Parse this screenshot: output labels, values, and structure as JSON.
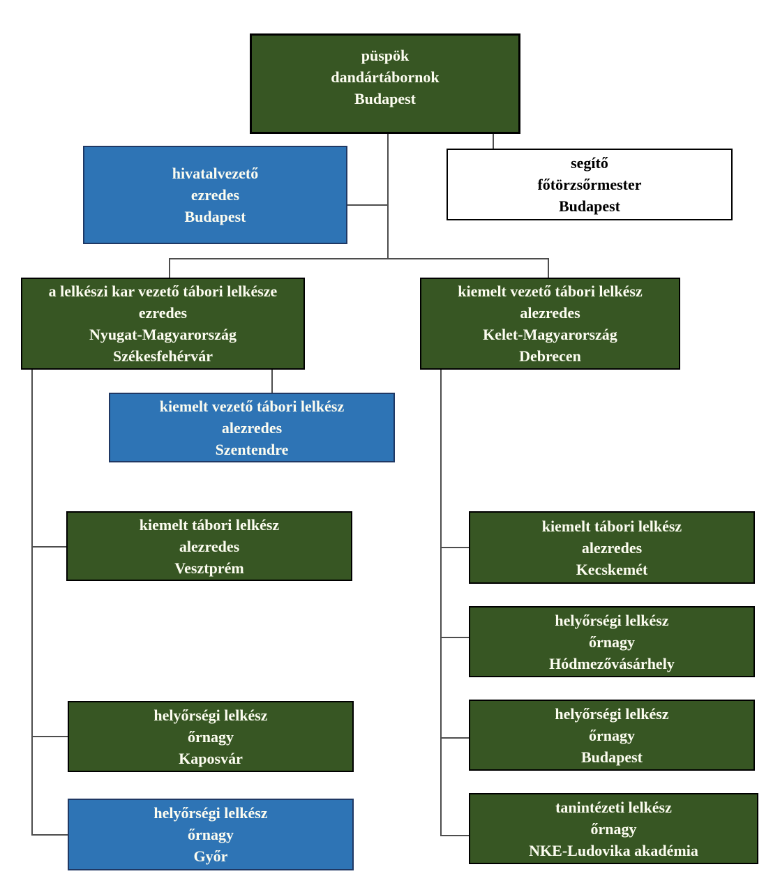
{
  "colors": {
    "green": "#375623",
    "blue": "#2e74b5",
    "white_box": "#ffffff",
    "light_text": "#fcfcf0",
    "box_border": "#000000",
    "blue_border": "#1f3864",
    "connector": "#4d4d4d"
  },
  "org_chart": {
    "nodes": [
      {
        "id": "puspok",
        "style": "green",
        "lines": [
          "püspök",
          "dandártábornok",
          "Budapest"
        ]
      },
      {
        "id": "hivatalvezeto",
        "style": "blue",
        "lines": [
          "hivatalvezető",
          "ezredes",
          "Budapest"
        ]
      },
      {
        "id": "segito",
        "style": "white",
        "lines": [
          "segítő",
          "főtörzsőrmester",
          "Budapest"
        ]
      },
      {
        "id": "lelkeszi-kar",
        "style": "green",
        "lines": [
          "a lelkészi kar vezető tábori lelkésze",
          "ezredes",
          "Nyugat-Magyarország",
          "Székesfehérvár"
        ]
      },
      {
        "id": "kelet-magyarorszag",
        "style": "green",
        "lines": [
          "kiemelt vezető tábori lelkész",
          "alezredes",
          "Kelet-Magyarország",
          "Debrecen"
        ]
      },
      {
        "id": "szentendre",
        "style": "blue",
        "lines": [
          "kiemelt vezető tábori lelkész",
          "alezredes",
          "Szentendre"
        ]
      },
      {
        "id": "vesztprem",
        "style": "green",
        "lines": [
          "kiemelt tábori lelkész",
          "alezredes",
          "Vesztprém"
        ]
      },
      {
        "id": "kecskemet",
        "style": "green",
        "lines": [
          "kiemelt tábori lelkész",
          "alezredes",
          "Kecskemét"
        ]
      },
      {
        "id": "hodmezovasarhely",
        "style": "green",
        "lines": [
          "helyőrségi lelkész",
          "őrnagy",
          "Hódmezővásárhely"
        ]
      },
      {
        "id": "kaposvar",
        "style": "green",
        "lines": [
          "helyőrségi lelkész",
          "őrnagy",
          "Kaposvár"
        ]
      },
      {
        "id": "budapest-helyorsegi",
        "style": "green",
        "lines": [
          "helyőrségi lelkész",
          "őrnagy",
          "Budapest"
        ]
      },
      {
        "id": "gyor",
        "style": "blue",
        "lines": [
          "helyőrségi lelkész",
          "őrnagy",
          "Győr"
        ]
      },
      {
        "id": "nke-ludovika",
        "style": "green",
        "lines": [
          "tanintézeti lelkész",
          "őrnagy",
          "NKE-Ludovika akadémia"
        ]
      }
    ]
  }
}
